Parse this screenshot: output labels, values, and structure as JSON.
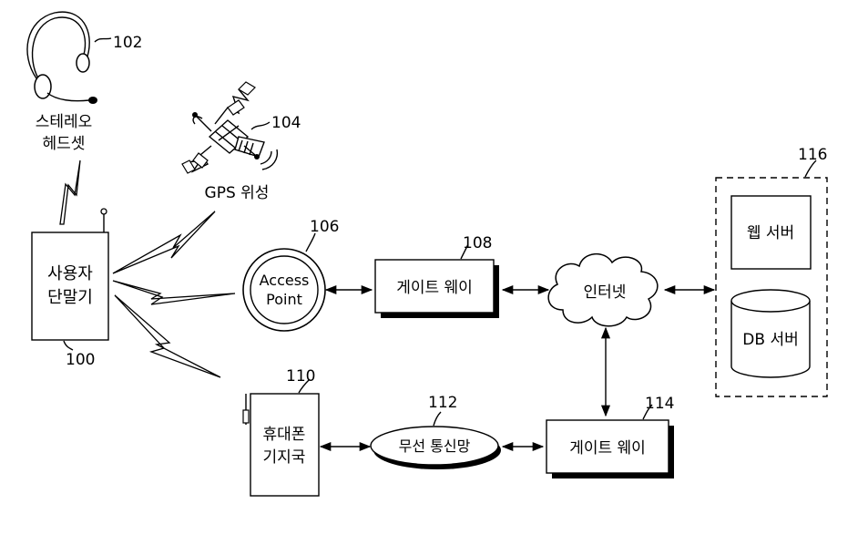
{
  "headset": {
    "ref": "102",
    "label_line1": "스테레오",
    "label_line2": "헤드셋"
  },
  "satellite": {
    "ref": "104",
    "label": "GPS 위성"
  },
  "terminal": {
    "ref": "100",
    "label_line1": "사용자",
    "label_line2": "단말기"
  },
  "access_point": {
    "ref": "106",
    "label_line1": "Access",
    "label_line2": "Point"
  },
  "gateway_top": {
    "ref": "108",
    "label": "게이트 웨이"
  },
  "internet": {
    "label": "인터넷"
  },
  "server_group": {
    "ref": "116",
    "web_server": "웹 서버",
    "db_server": "DB 서버"
  },
  "base_station": {
    "ref": "110",
    "label_line1": "휴대폰",
    "label_line2": "기지국"
  },
  "wireless_network": {
    "ref": "112",
    "label": "무선 통신망"
  },
  "gateway_bottom": {
    "ref": "114",
    "label": "게이트 웨이"
  }
}
